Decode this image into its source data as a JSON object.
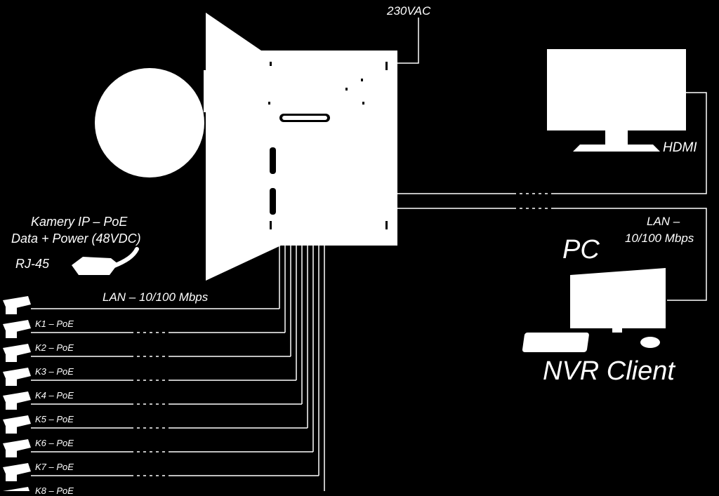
{
  "power_label": "230VAC",
  "hdmi_label": "HDMI",
  "lan_right_label_1": "LAN –",
  "lan_right_label_2": "10/100 Mbps",
  "pc_label": "PC",
  "nvr_label": "NVR Client",
  "cameras_title_1": "Kamery IP – PoE",
  "cameras_title_2": "Data + Power (48VDC)",
  "rj45_label": "RJ-45",
  "lan_left_label": "LAN – 10/100 Mbps",
  "cameras": [
    {
      "label": "K1 – PoE"
    },
    {
      "label": "K2 – PoE"
    },
    {
      "label": "K3 – PoE"
    },
    {
      "label": "K4 – PoE"
    },
    {
      "label": "K5 – PoE"
    },
    {
      "label": "K6 – PoE"
    },
    {
      "label": "K7 – PoE"
    },
    {
      "label": "K8 – PoE"
    }
  ],
  "colors": {
    "background": "#000000",
    "foreground": "#ffffff"
  },
  "icons": [
    "satellite-dish-icon",
    "nvr-device-icon",
    "monitor-icon",
    "pc-icon",
    "rj45-plug-icon",
    "camera-icon"
  ]
}
